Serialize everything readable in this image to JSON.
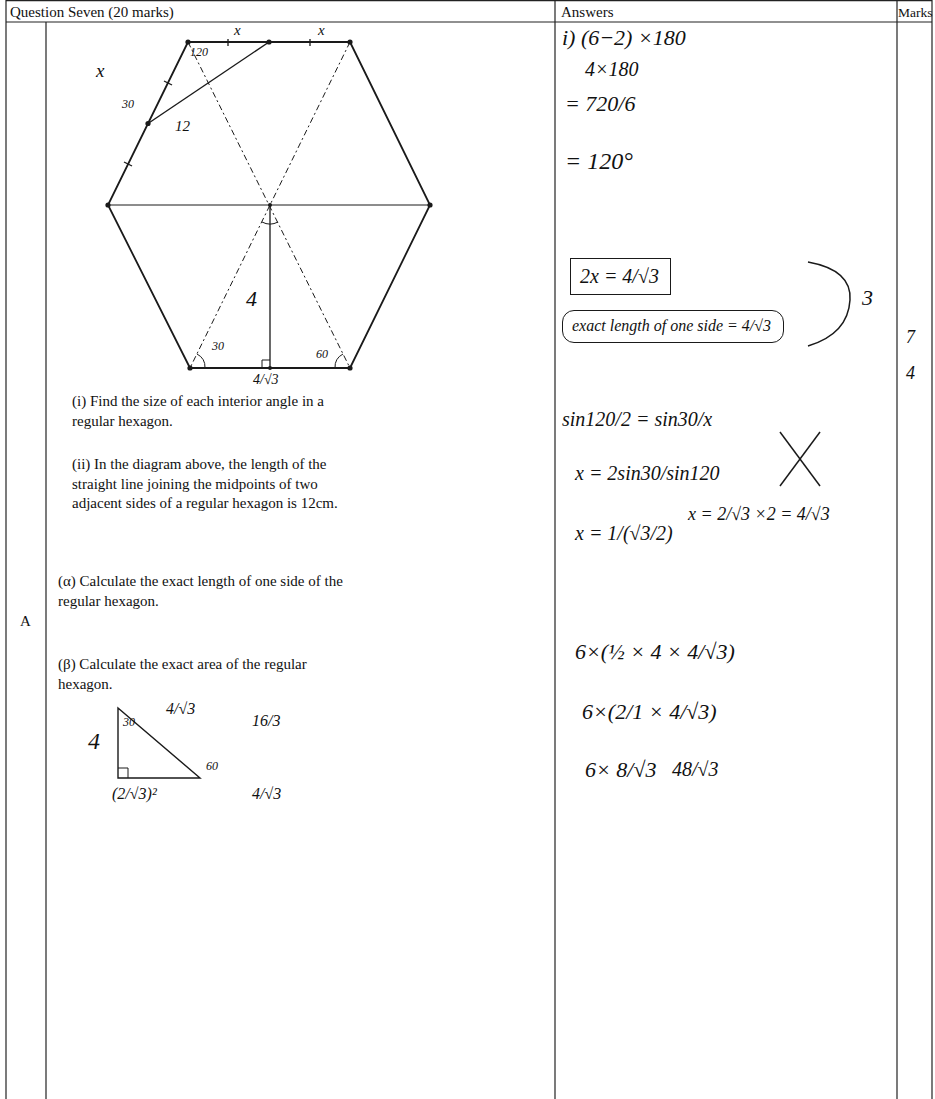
{
  "diagram": {
    "nodes": [
      {
        "text": [
          "2x = 4/√3"
        ]
      },
      {
        "text": [
          "exact length of one side = 4/√3"
        ]
      }
    ],
    "labels": [
      "Question Seven (20 marks)",
      "Answers",
      "Marks",
      "A",
      "(i) Find the size of each interior angle in a regular hexagon.",
      "(ii) In the diagram above, the length of the straight line joining the midpoints of two adjacent sides of a regular hexagon is 12cm.",
      "(α) Calculate the exact length of one side of the regular hexagon.",
      "(β) Calculate the exact area of the regular hexagon.",
      "x",
      "x",
      "x",
      "120",
      "30",
      "12",
      "4",
      "4/√3",
      "30",
      "60",
      "4",
      "30",
      "4/√3",
      "16/3",
      "60",
      "(2/√3)²",
      "4/√3",
      "i) (6−2) ×180",
      "4×180",
      "= 720/6",
      "= 120°",
      "3",
      "7",
      "4",
      "sin120/2 = sin30/x",
      "x = 2sin30/sin120",
      "x = 1/(√3/2)",
      "x = 2/√3 ×2 = 4/√3",
      "6×(½ × 4 × 4/√3)",
      "6×(2/1 × 4/√3)",
      "6× 8/√3",
      "48/√3"
    ]
  }
}
